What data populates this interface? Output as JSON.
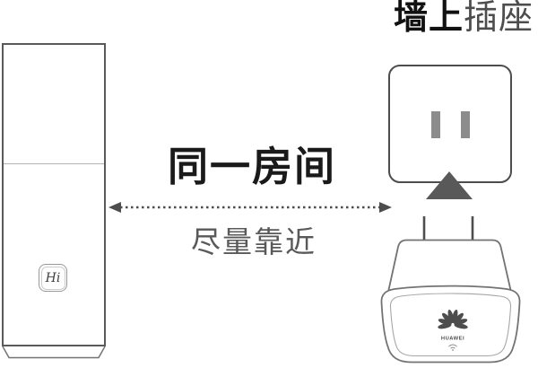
{
  "title": {
    "bold": "墙上",
    "light": "插座"
  },
  "center": {
    "heading": "同一房间",
    "subheading": "尽量靠近"
  },
  "router": {
    "button_label": "Hi"
  },
  "extender": {
    "brand": "HUAWEI"
  },
  "icons": {
    "dashed-double-arrow-icon": "dotted horizontal line with solid triangle heads on both ends",
    "up-triangle-icon": "solid upward triangle pointing from plug to socket",
    "socket-slot-left-icon": "vertical gray bar (socket pin slot)",
    "socket-slot-right-icon": "vertical gray bar (socket pin slot)",
    "huawei-flower-icon": "eight-petal Huawei flower logo",
    "wifi-icon": "small wifi fan with dot",
    "plug-prong-icons": "two thin vertical plug prongs"
  },
  "colors": {
    "background": "#ffffff",
    "title_bold": "#111111",
    "title_light": "#4d4d4d",
    "heading_text": "#1a1a1a",
    "subheading_text": "#595959",
    "router_border": "#595959",
    "divider": "#b3b3b3",
    "socket_border": "#4d4d4d",
    "socket_slot": "#8c8c8c",
    "triangle": "#595959",
    "arrow": "#4d4d4d",
    "plug_outline": "#737373",
    "logo": "#4d4d4d"
  }
}
